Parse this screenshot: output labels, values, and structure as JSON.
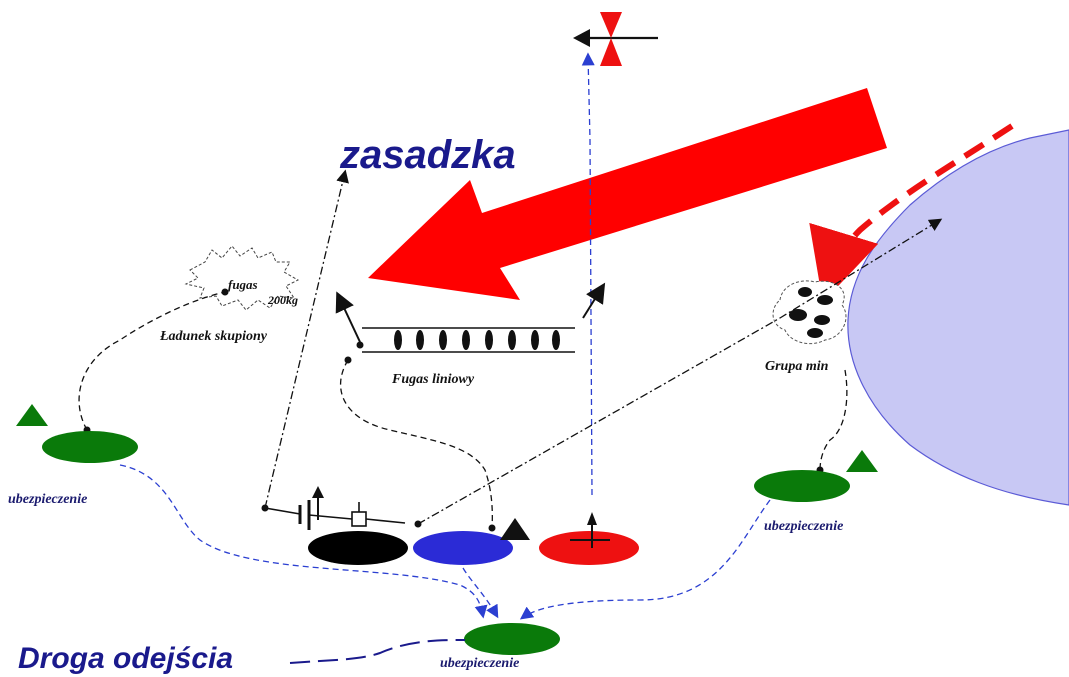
{
  "labels": {
    "title": "zasadzka",
    "withdrawal_route": "Droga odejścia",
    "fugas": "fugas",
    "fugas_weight": "200kg",
    "concentrated_charge": "Ładunek skupiony",
    "linear_charge": "Fugas liniowy",
    "mine_group": "Grupa min",
    "security_left": "ubezpieczenie",
    "security_right": "ubezpieczenie",
    "security_bottom": "ubezpieczenie"
  },
  "colors": {
    "enemy_arrow": "#ff0000",
    "security_unit": "#0a7a0a",
    "ambush_black": "#000000",
    "ambush_blue": "#2b2bd6",
    "ambush_red": "#ee1111",
    "water": "#c8c8f4",
    "title": "#1a1a8c",
    "route_line": "#2b3fd1"
  }
}
